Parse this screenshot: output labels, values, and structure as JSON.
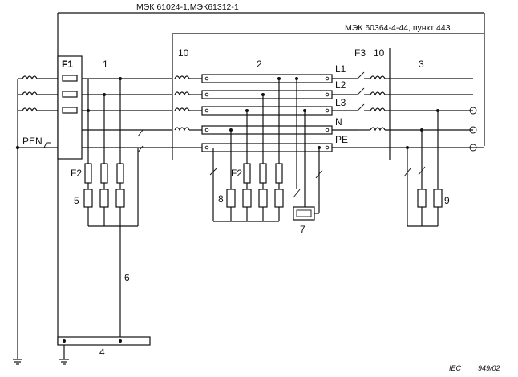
{
  "standards": {
    "top": "МЭК 61024-1,МЭК61312-1",
    "second": "МЭК 60364-4-44, пункт 443"
  },
  "labels": {
    "f1": "F1",
    "f2_left": "F2",
    "f2_mid": "F2",
    "f3": "F3",
    "pen": "PEN",
    "l1": "L1",
    "l2": "L2",
    "l3": "L3",
    "n": "N",
    "pe": "PE",
    "n1": "1",
    "n2": "2",
    "n3": "3",
    "n4": "4",
    "n5": "5",
    "n6": "6",
    "n7": "7",
    "n8": "8",
    "n9": "9",
    "n10a": "10",
    "n10b": "10"
  },
  "footer": {
    "iec": "IEC",
    "figure_ref": "949/02"
  }
}
